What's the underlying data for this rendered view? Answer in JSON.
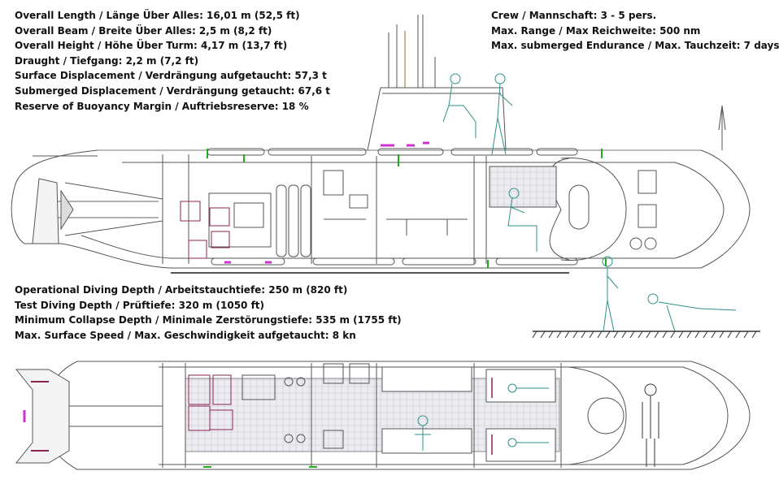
{
  "specs_top_left": [
    "Overall Length / Länge Über Alles: 16,01 m (52,5 ft)",
    "Overall Beam / Breite Über Alles: 2,5 m (8,2 ft)",
    "Overall Height / Höhe Über Turm: 4,17 m (13,7 ft)",
    "Draught / Tiefgang: 2,2 m (7,2 ft)",
    "Surface Displacement / Verdrängung aufgetaucht: 57,3 t",
    "Submerged Displacement / Verdrängung getaucht: 67,6 t",
    "Reserve of Buoyancy Margin / Auftriebsreserve: 18 %"
  ],
  "specs_top_right": [
    "Crew / Mannschaft: 3 - 5 pers.",
    "Max. Range / Max Reichweite: 500 nm",
    "Max. submerged Endurance / Max. Tauchzeit: 7 days"
  ],
  "specs_mid_left": [
    "Operational Diving Depth / Arbeitstauchtiefe: 250 m (820 ft)",
    "Test Diving Depth / Prüftiefe: 320 m (1050 ft)",
    "Minimum Collapse Depth / Minimale Zerstörungstiefe: 535 m (1755 ft)",
    "Max. Surface Speed / Max. Geschwindigkeit aufgetaucht: 8 kn"
  ],
  "colors": {
    "line": "#555555",
    "figure": "#2f8f8a",
    "equipment": "#8b2252",
    "accent_green": "#22aa22",
    "accent_magenta": "#cc33cc",
    "deck_fill": "#e8e8ee"
  }
}
